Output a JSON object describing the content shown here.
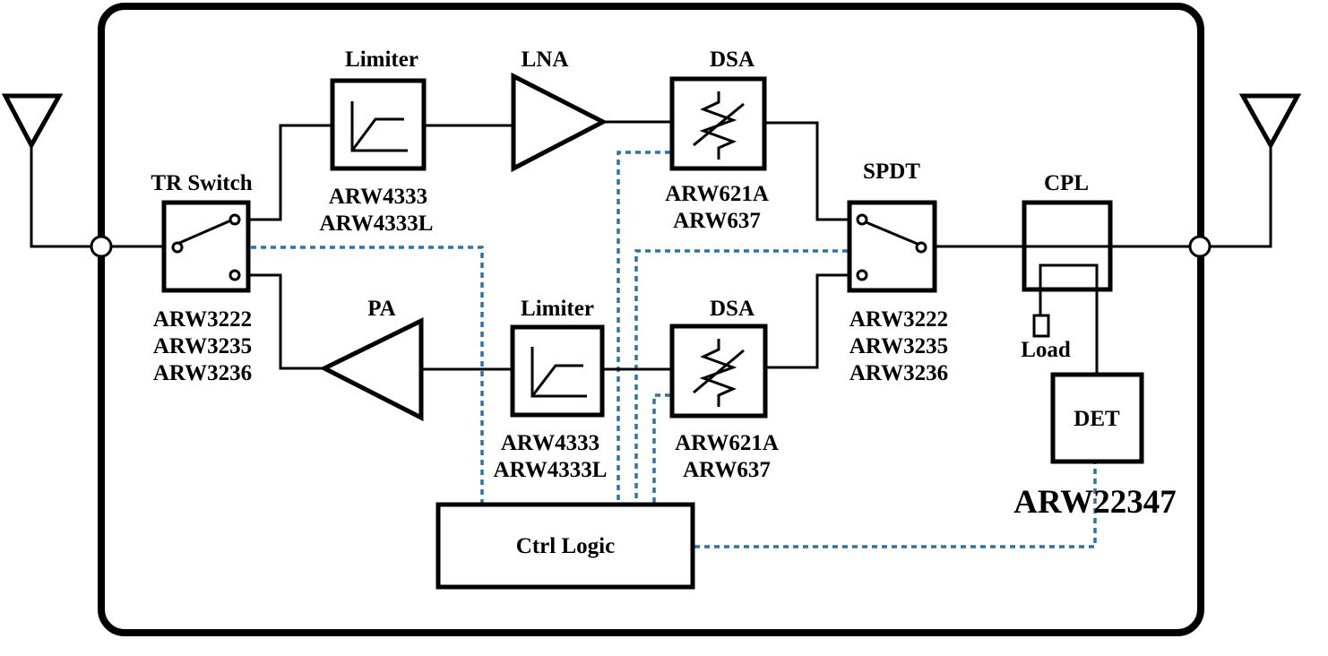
{
  "labels": {
    "tr_switch": "TR Switch",
    "limiter_rx": "Limiter",
    "lna": "LNA",
    "dsa_rx": "DSA",
    "spdt": "SPDT",
    "cpl": "CPL",
    "pa": "PA",
    "limiter_tx": "Limiter",
    "dsa_tx": "DSA",
    "load": "Load",
    "det": "DET",
    "ctrl_logic": "Ctrl Logic"
  },
  "parts": {
    "tr_switch": [
      "ARW3222",
      "ARW3235",
      "ARW3236"
    ],
    "limiter_rx": [
      "ARW4333",
      "ARW4333L"
    ],
    "dsa_rx": [
      "ARW621A",
      "ARW637"
    ],
    "spdt": [
      "ARW3222",
      "ARW3235",
      "ARW3236"
    ],
    "limiter_tx": [
      "ARW4333",
      "ARW4333L"
    ],
    "dsa_tx": [
      "ARW621A",
      "ARW637"
    ],
    "det": "ARW22347"
  },
  "colors": {
    "signal": "#000000",
    "control": "#2a74ad"
  }
}
